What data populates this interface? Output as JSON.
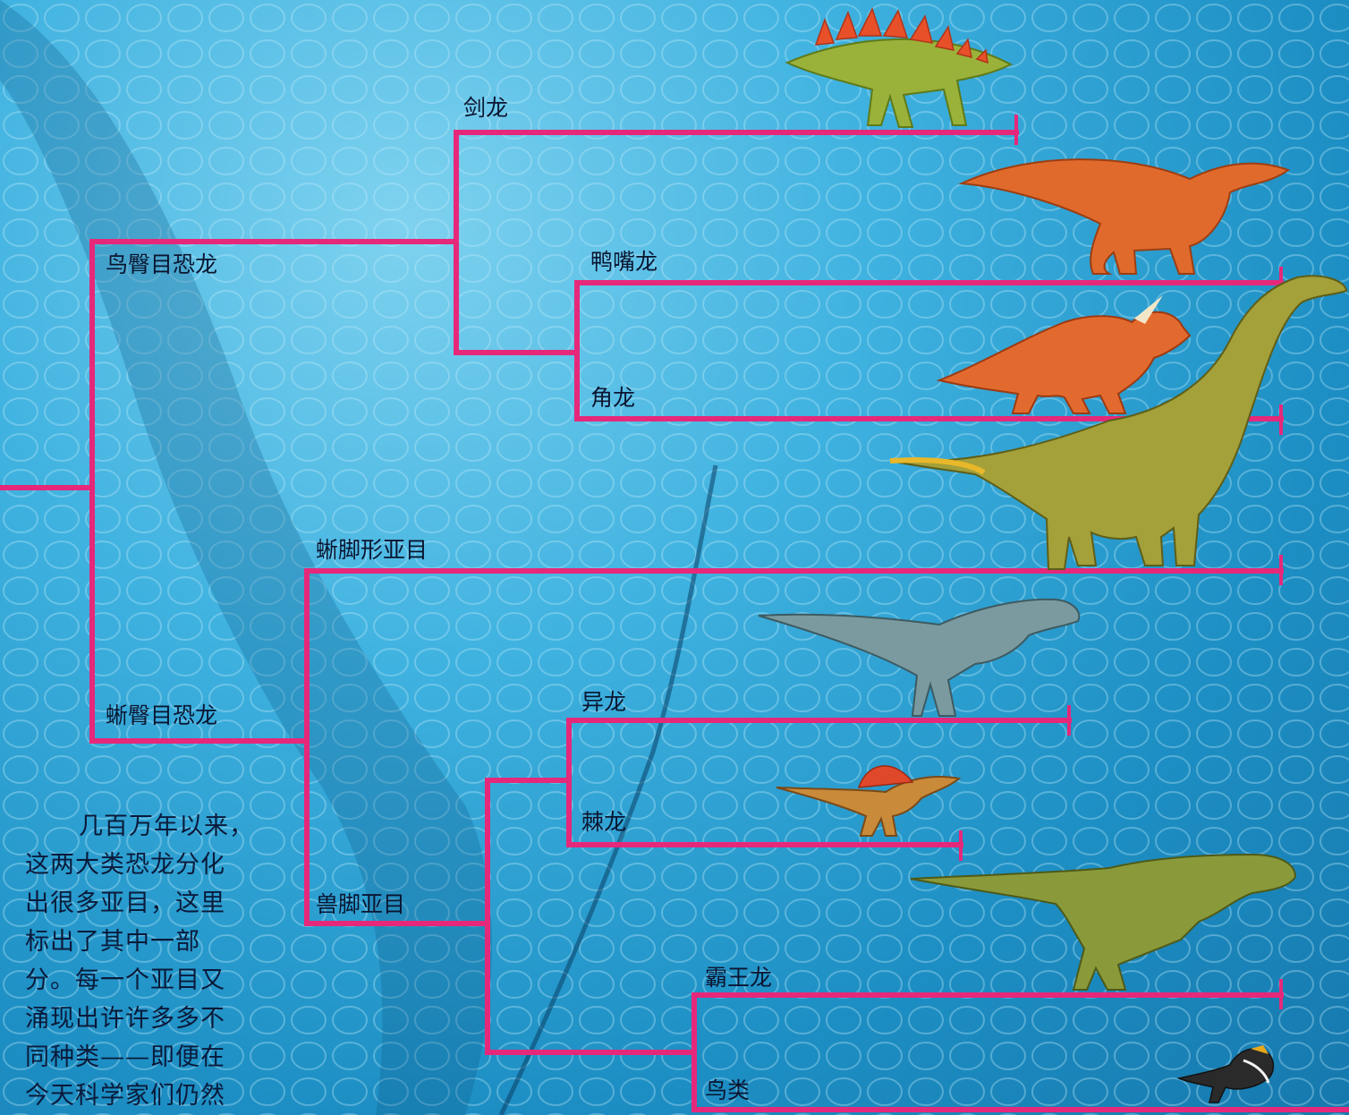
{
  "tree": {
    "labels": {
      "ornithischia": "鸟臀目恐龙",
      "saurischia": "蜥臀目恐龙",
      "stegosaurus": "剑龙",
      "hadrosaur": "鸭嘴龙",
      "ceratopsian": "角龙",
      "sauropodomorpha": "蜥脚形亚目",
      "theropoda": "兽脚亚目",
      "allosaurus": "异龙",
      "spinosaurus": "棘龙",
      "tyrannosaurus": "霸王龙",
      "birds": "鸟类"
    }
  },
  "body_text": {
    "line1": "几百万年以来，",
    "line2": "这两大类恐龙分化",
    "line3": "出很多亚目，这里",
    "line4": "标出了其中一部",
    "line5": "分。每一个亚目又",
    "line6": "涌现出许许多多不",
    "line7": "同种类——即便在",
    "line8": "今天科学家们仍然"
  },
  "colors": {
    "branch": "#e6287a",
    "background": "#2aa3d8"
  },
  "icons": [
    "stegosaurus-icon",
    "hadrosaur-icon",
    "triceratops-icon",
    "brachiosaurus-icon",
    "allosaurus-icon",
    "spinosaurus-icon",
    "tyrannosaurus-icon",
    "bird-icon"
  ]
}
